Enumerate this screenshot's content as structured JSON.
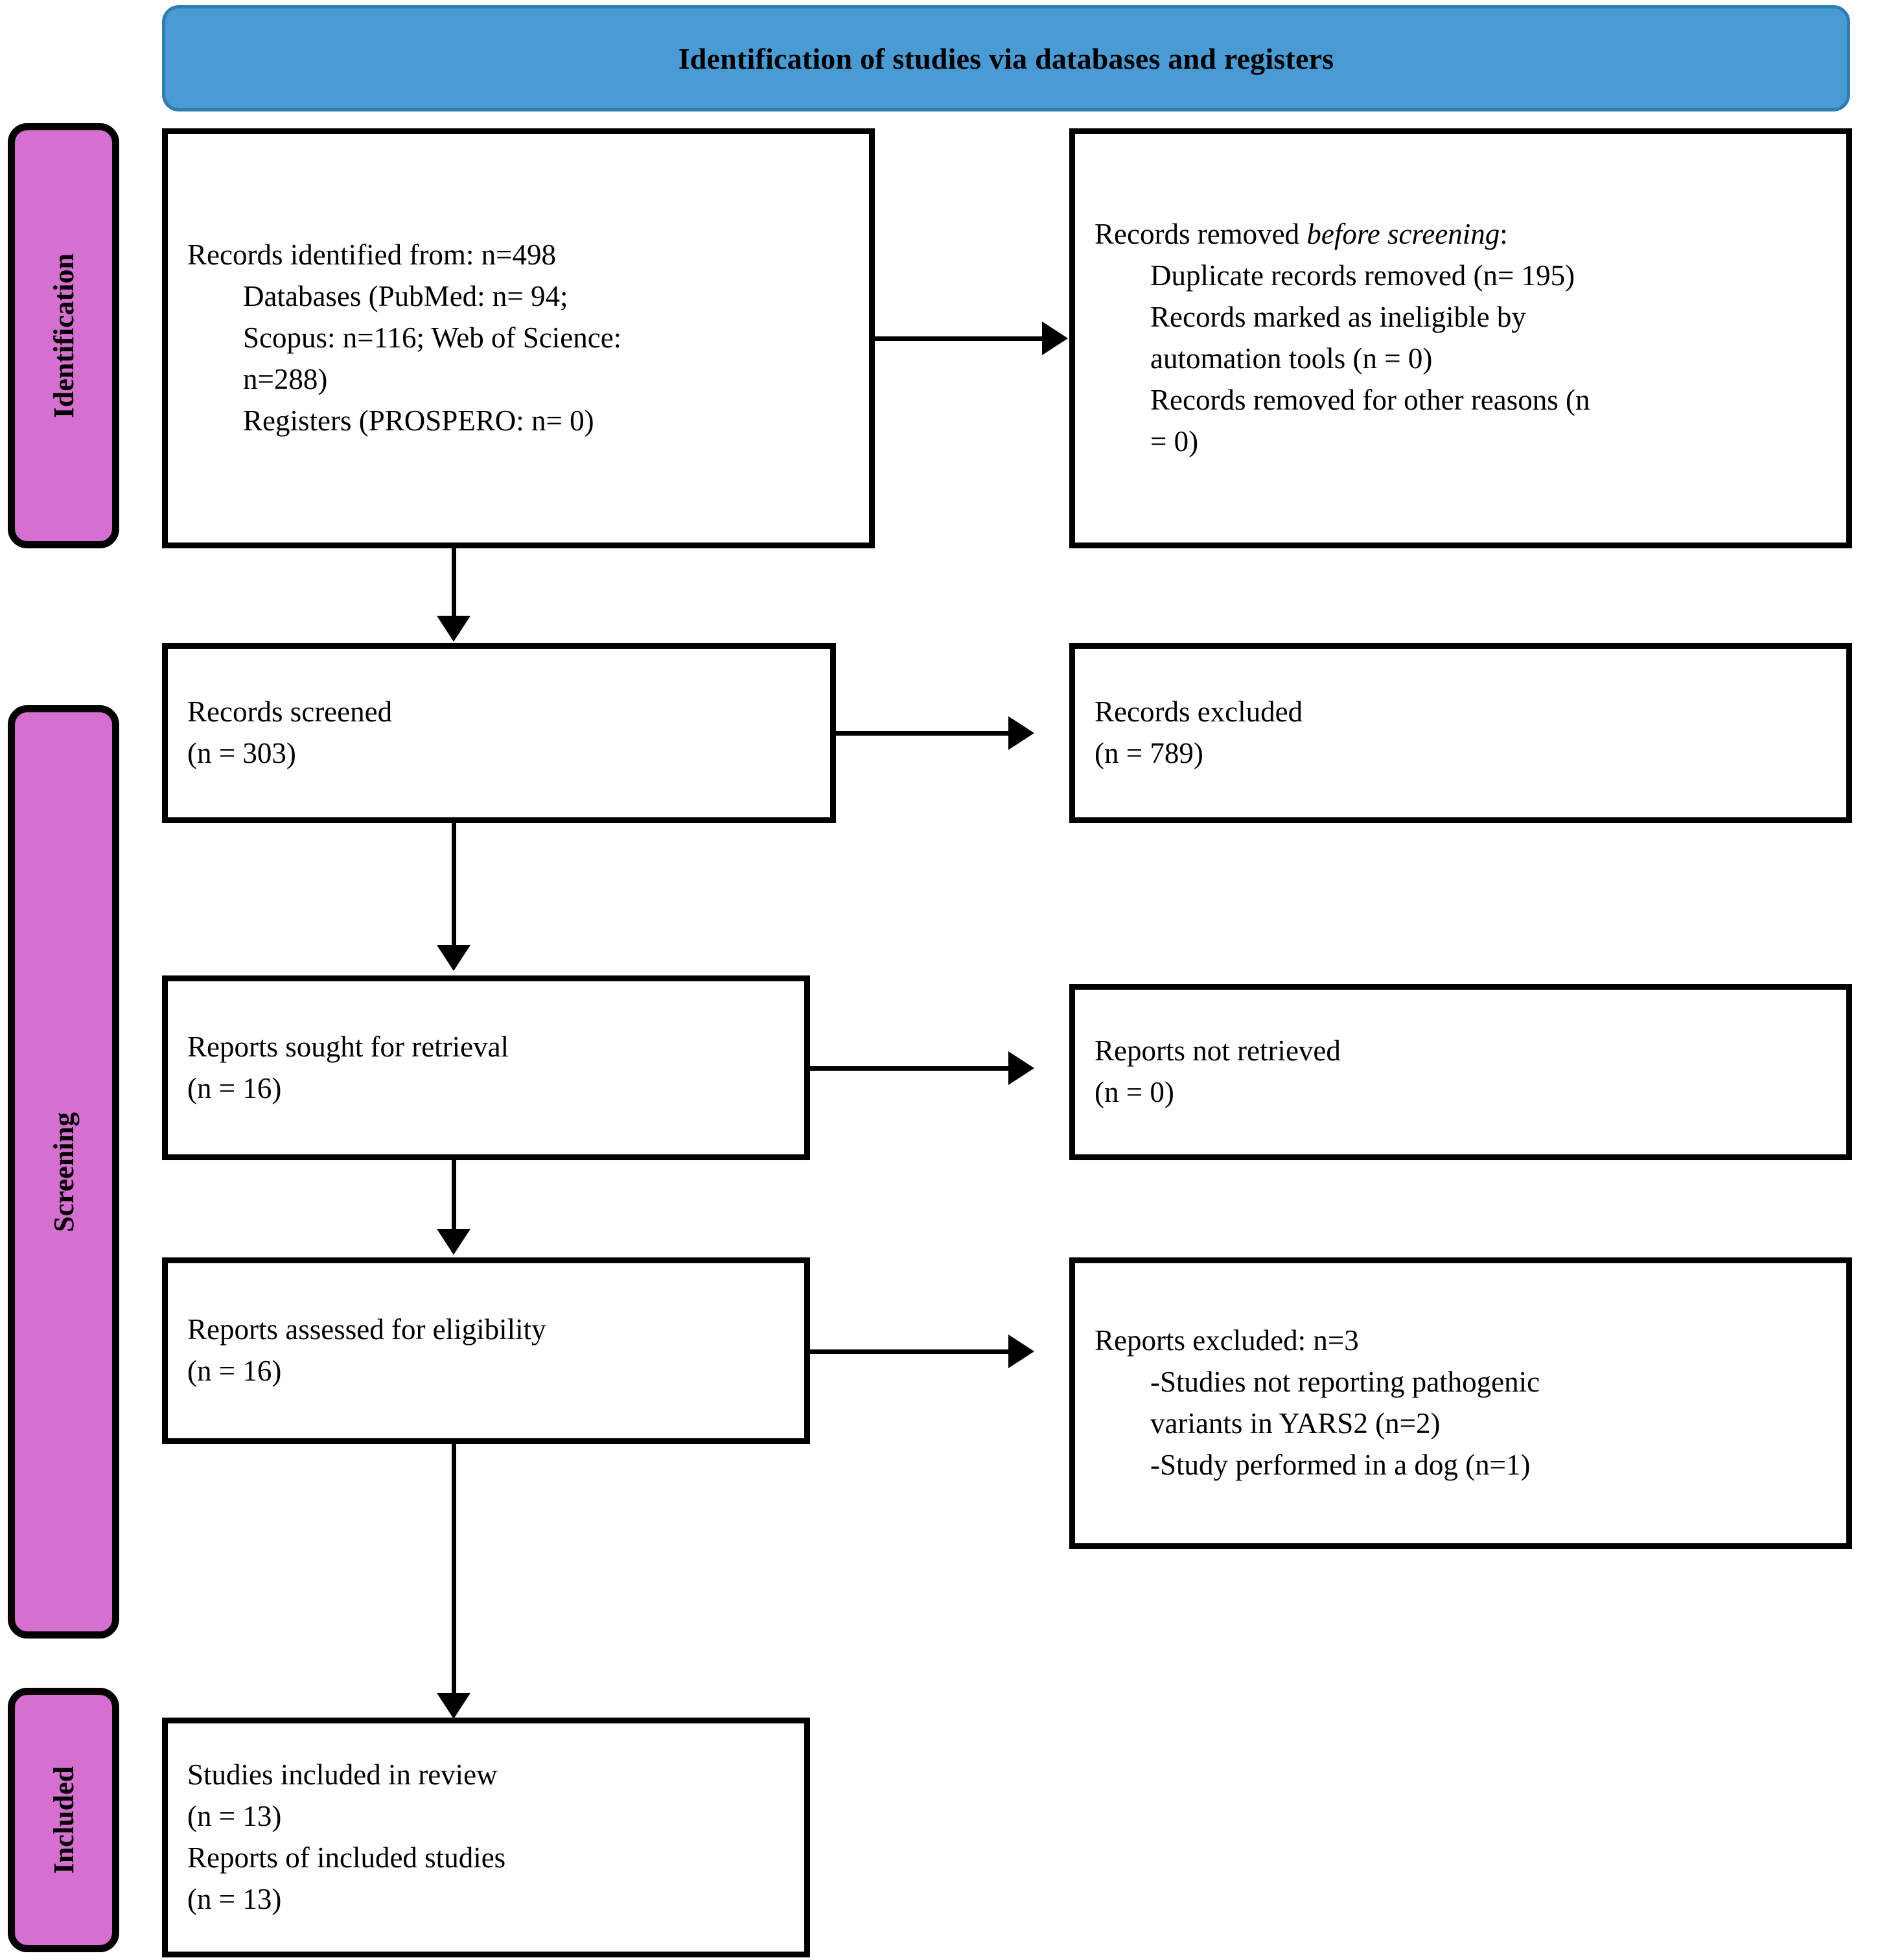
{
  "banner": {
    "title": "Identification of studies via databases and registers",
    "color": "#4a9ad4"
  },
  "phases": [
    {
      "label": "Identification",
      "color": "#d56fd0"
    },
    {
      "label": "Screening",
      "color": "#d56fd0"
    },
    {
      "label": "Included",
      "color": "#d56fd0"
    }
  ],
  "boxes": {
    "identified": {
      "line1": "Records identified from: n=498",
      "line2": "Databases (PubMed: n= 94;",
      "line3": "Scopus: n=116; Web of Science:",
      "line4": "n=288)",
      "line5": "Registers (PROSPERO: n= 0)"
    },
    "removed_before_screening": {
      "line1_a": "Records removed ",
      "line1_b": "before screening",
      "line1_c": ":",
      "line2": "Duplicate records removed (n= 195)",
      "line3": "Records marked as ineligible by",
      "line4": "automation tools (n = 0)",
      "line5": "Records removed for other reasons (n",
      "line6": "= 0)"
    },
    "records_screened": {
      "line1": "Records screened",
      "line2": "(n = 303)"
    },
    "records_excluded": {
      "line1": "Records excluded",
      "line2": "(n = 789)"
    },
    "reports_sought": {
      "line1": "Reports sought for retrieval",
      "line2": "(n = 16)"
    },
    "reports_not_retrieved": {
      "line1": "Reports not retrieved",
      "line2": "(n = 0)"
    },
    "reports_assessed": {
      "line1": "Reports assessed for eligibility",
      "line2": "(n = 16)"
    },
    "reports_excluded": {
      "line1": "Reports excluded: n=3",
      "line2": "-Studies not reporting pathogenic",
      "line3": "variants in YARS2 (n=2)",
      "line4": "-Study performed in a dog (n=1)"
    },
    "included": {
      "line1": "Studies included in review",
      "line2": "(n = 13)",
      "line3": "Reports of included studies",
      "line4": "(n = 13)"
    }
  },
  "chart_data": {
    "type": "diagram",
    "title": "PRISMA 2020 flow diagram",
    "nodes": [
      {
        "id": "identified",
        "stage": "Identification",
        "label": "Records identified from",
        "n": 498,
        "breakdown": {
          "PubMed": 94,
          "Scopus": 116,
          "Web of Science": 288,
          "PROSPERO": 0
        }
      },
      {
        "id": "removed_before_screening",
        "stage": "Identification",
        "label": "Records removed before screening",
        "breakdown": {
          "Duplicate records removed": 195,
          "Records marked as ineligible by automation tools": 0,
          "Records removed for other reasons": 0
        }
      },
      {
        "id": "records_screened",
        "stage": "Screening",
        "label": "Records screened",
        "n": 303
      },
      {
        "id": "records_excluded",
        "stage": "Screening",
        "label": "Records excluded",
        "n": 789
      },
      {
        "id": "reports_sought",
        "stage": "Screening",
        "label": "Reports sought for retrieval",
        "n": 16
      },
      {
        "id": "reports_not_retrieved",
        "stage": "Screening",
        "label": "Reports not retrieved",
        "n": 0
      },
      {
        "id": "reports_assessed",
        "stage": "Screening",
        "label": "Reports assessed for eligibility",
        "n": 16
      },
      {
        "id": "reports_excluded",
        "stage": "Screening",
        "label": "Reports excluded",
        "n": 3,
        "breakdown": {
          "Studies not reporting pathogenic variants in YARS2": 2,
          "Study performed in a dog": 1
        }
      },
      {
        "id": "included_studies",
        "stage": "Included",
        "label": "Studies included in review",
        "n": 13
      },
      {
        "id": "included_reports",
        "stage": "Included",
        "label": "Reports of included studies",
        "n": 13
      }
    ],
    "edges": [
      {
        "from": "identified",
        "to": "removed_before_screening",
        "dir": "right"
      },
      {
        "from": "identified",
        "to": "records_screened",
        "dir": "down"
      },
      {
        "from": "records_screened",
        "to": "records_excluded",
        "dir": "right"
      },
      {
        "from": "records_screened",
        "to": "reports_sought",
        "dir": "down"
      },
      {
        "from": "reports_sought",
        "to": "reports_not_retrieved",
        "dir": "right"
      },
      {
        "from": "reports_sought",
        "to": "reports_assessed",
        "dir": "down"
      },
      {
        "from": "reports_assessed",
        "to": "reports_excluded",
        "dir": "right"
      },
      {
        "from": "reports_assessed",
        "to": "included_studies",
        "dir": "down"
      }
    ]
  }
}
